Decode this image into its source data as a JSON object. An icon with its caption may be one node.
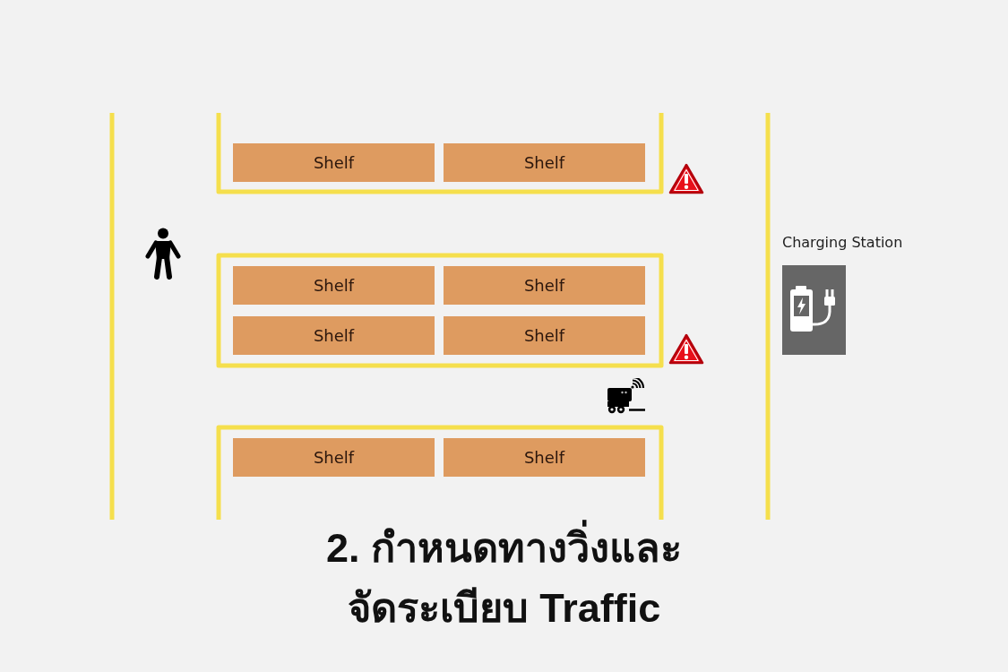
{
  "diagram": {
    "title": "2. กำหนดทางวิ่งและจัดระเบียบ Traffic",
    "nodes": [
      {
        "text": [
          "Shelf"
        ]
      },
      {
        "text": [
          "Shelf"
        ]
      },
      {
        "text": [
          "Shelf"
        ]
      },
      {
        "text": [
          "Shelf"
        ]
      },
      {
        "text": [
          "Shelf"
        ]
      },
      {
        "text": [
          "Shelf"
        ]
      },
      {
        "text": [
          "Shelf"
        ]
      },
      {
        "text": [
          "Shelf"
        ]
      },
      {
        "text": [
          "Charging Station"
        ]
      }
    ]
  }
}
